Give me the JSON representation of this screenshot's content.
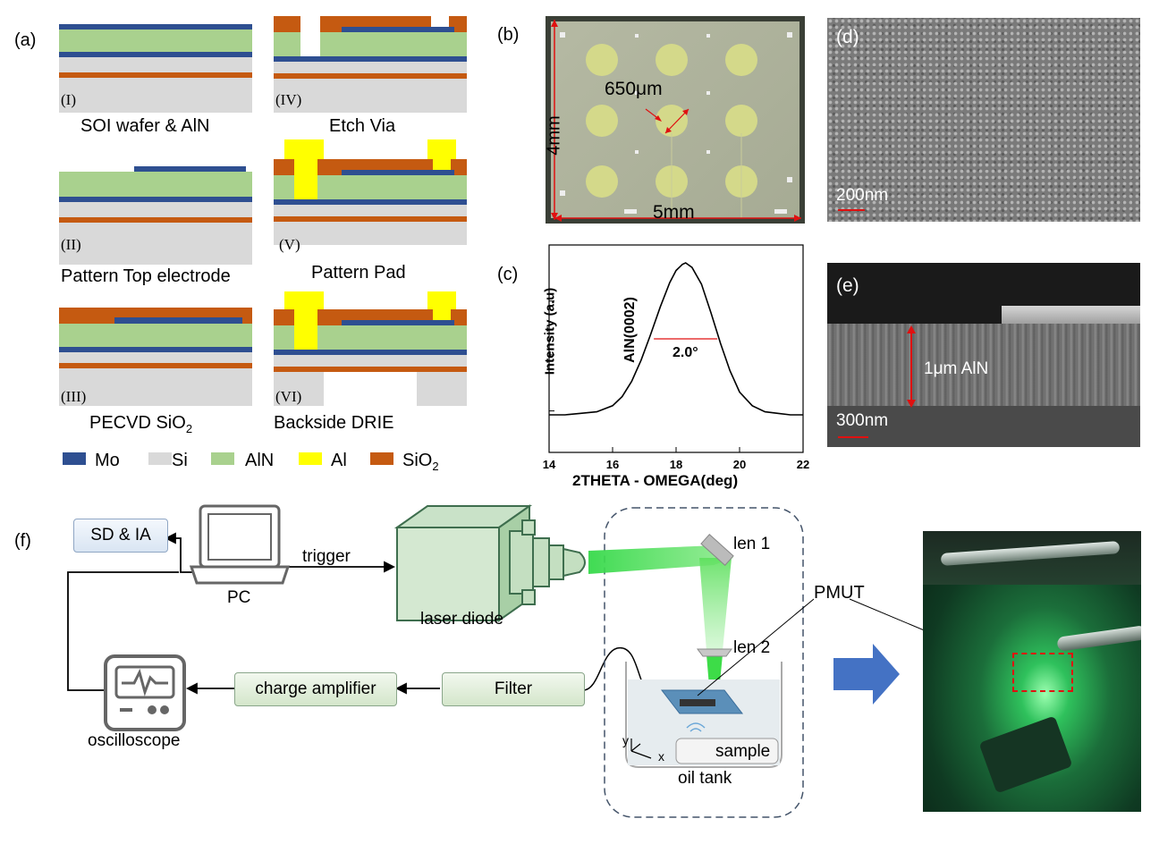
{
  "panels": {
    "a": "(a)",
    "b": "(b)",
    "c": "(c)",
    "d": "(d)",
    "e": "(e)",
    "f": "(f)"
  },
  "process_steps": [
    {
      "roman": "(I)",
      "caption": "SOI wafer & AlN"
    },
    {
      "roman": "(II)",
      "caption": "Pattern Top electrode"
    },
    {
      "roman": "(III)",
      "caption": "PECVD SiO"
    },
    {
      "roman": "(IV)",
      "caption": "Etch Via"
    },
    {
      "roman": "(V)",
      "caption": "Pattern Pad"
    },
    {
      "roman": "(VI)",
      "caption": "Backside DRIE"
    }
  ],
  "sio2_subscript": "2",
  "legend": [
    {
      "name": "Mo",
      "color": "#2e4f91"
    },
    {
      "name": "Si",
      "color": "#d9d9d9"
    },
    {
      "name": "AlN",
      "color": "#a9d18e"
    },
    {
      "name": "Al",
      "color": "#ffff00"
    },
    {
      "name": "SiO",
      "sub": "2",
      "color": "#c55a11"
    }
  ],
  "micrograph": {
    "diameter_label": "650μm",
    "height_label": "4mm",
    "width_label": "5mm"
  },
  "sem_top": {
    "scale": "200nm"
  },
  "sem_cross": {
    "scale": "300nm",
    "thickness": "1μm AlN"
  },
  "chart_data": {
    "type": "line",
    "title": "",
    "xlabel": "2THETA - OMEGA(deg)",
    "ylabel": "Intensity (a.u)",
    "xlim": [
      14,
      22
    ],
    "xticks": [
      14,
      16,
      18,
      20,
      22
    ],
    "peak_label": "AlN(0002)",
    "fwhm_label": "2.0°",
    "fwhm_range": [
      17.3,
      19.3
    ],
    "series": [
      {
        "x": [
          14.0,
          14.5,
          15.0,
          15.5,
          16.0,
          16.3,
          16.6,
          16.9,
          17.2,
          17.5,
          17.8,
          18.0,
          18.2,
          18.3,
          18.5,
          18.8,
          19.1,
          19.4,
          19.7,
          20.0,
          20.4,
          20.8,
          21.2,
          21.6,
          22.0
        ],
        "y": [
          0.0,
          0.0,
          0.01,
          0.02,
          0.06,
          0.12,
          0.22,
          0.36,
          0.53,
          0.71,
          0.87,
          0.95,
          0.99,
          1.0,
          0.97,
          0.86,
          0.67,
          0.47,
          0.29,
          0.15,
          0.06,
          0.02,
          0.01,
          0.0,
          0.0
        ]
      }
    ]
  },
  "setup": {
    "sd_ia": "SD & IA",
    "pc": "PC",
    "trigger": "trigger",
    "laser_diode": "laser diode",
    "len1": "len 1",
    "len2": "len 2",
    "pmut": "PMUT",
    "sample": "sample",
    "oil_tank": "oil tank",
    "axis_y": "y",
    "axis_x": "x",
    "charge_amplifier": "charge amplifier",
    "filter": "Filter",
    "oscilloscope": "oscilloscope"
  }
}
